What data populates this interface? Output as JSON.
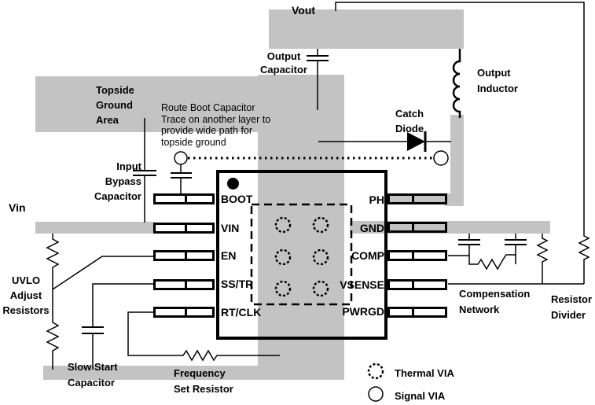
{
  "colors": {
    "copper": "#c3c3c3",
    "outline": "#000000"
  },
  "labels": {
    "vout": "Vout",
    "output_capacitor": [
      "Output",
      "Capacitor"
    ],
    "output_inductor": [
      "Output",
      "Inductor"
    ],
    "topside_ground": [
      "Topside",
      "Ground",
      "Area"
    ],
    "catch_diode": [
      "Catch",
      "Diode"
    ],
    "input_bypass": [
      "Input",
      "Bypass",
      "Capacitor"
    ],
    "vin": "Vin",
    "uvlo": [
      "UVLO",
      "Adjust",
      "Resistors"
    ],
    "slow_start": [
      "Slow Start",
      "Capacitor"
    ],
    "frequency": [
      "Frequency",
      "Set Resistor"
    ],
    "compensation": [
      "Compensation",
      "Network"
    ],
    "resistor_divider": [
      "Resistor",
      "Divider"
    ]
  },
  "note": {
    "lines": [
      "Route Boot Capacitor",
      "Trace on another layer to",
      "provide wide path for",
      "topside ground"
    ]
  },
  "ic": {
    "left_pins": [
      "BOOT",
      "VIN",
      "EN",
      "SS/TR",
      "RT/CLK"
    ],
    "right_pins": [
      "PH",
      "GND",
      "COMP",
      "VSENSE",
      "PWRGD"
    ]
  },
  "legend": [
    {
      "icon": "thermal-via-icon",
      "label": "Thermal VIA"
    },
    {
      "icon": "signal-via-icon",
      "label": "Signal VIA"
    }
  ]
}
